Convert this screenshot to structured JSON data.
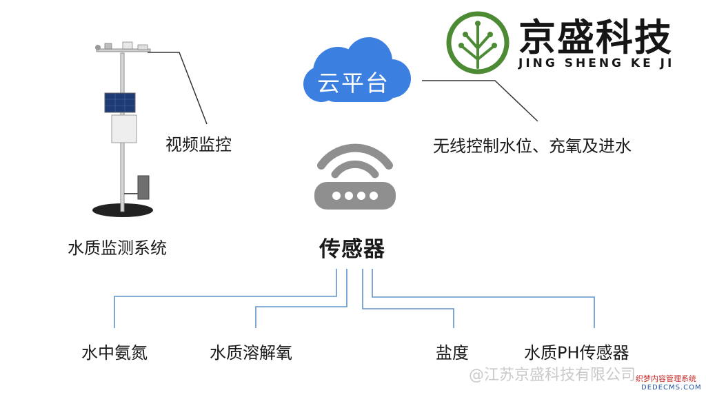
{
  "logo": {
    "name_cn": "京盛科技",
    "name_en": "JING SHENG KE JI",
    "color": "#4d8a34"
  },
  "cloud": {
    "label": "云平台",
    "color": "#3b7fe0"
  },
  "sensor_hub": {
    "label": "传感器",
    "color": "#8f8f8f"
  },
  "labels": {
    "video_monitoring": "视频监控",
    "wireless_control": "无线控制水位、充氧及进水",
    "water_quality_system": "水质监测系统"
  },
  "sensors": [
    {
      "label": "水中氨氮"
    },
    {
      "label": "水质溶解氧"
    },
    {
      "label": "盐度"
    },
    {
      "label": "水质PH传感器"
    }
  ],
  "watermark": {
    "text": "@江苏京盛科技有限公司",
    "cms_cn": "织梦内容管理系统",
    "cms_en": "DEDECMS.COM"
  },
  "colors": {
    "connector": "#5e93c8",
    "leader": "#333333",
    "station": "#222222"
  }
}
